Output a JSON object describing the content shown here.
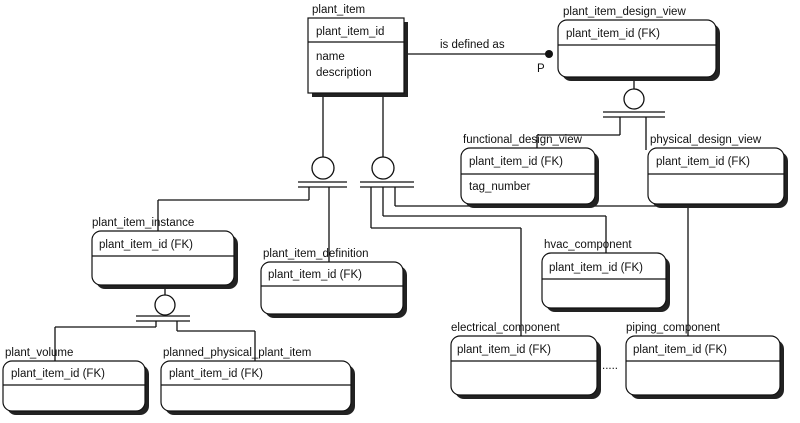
{
  "entities": {
    "plant_item": {
      "name": "plant_item",
      "keys": [
        "plant_item_id"
      ],
      "attributes": [
        "name",
        "description"
      ]
    },
    "plant_item_design_view": {
      "name": "plant_item_design_view",
      "keys": [
        "plant_item_id (FK)"
      ]
    },
    "functional_design_view": {
      "name": "functional_design_view",
      "keys": [
        "plant_item_id (FK)"
      ],
      "attributes": [
        "tag_number"
      ]
    },
    "physical_design_view": {
      "name": "physical_design_view",
      "keys": [
        "plant_item_id (FK)"
      ]
    },
    "plant_item_instance": {
      "name": "plant_item_instance",
      "keys": [
        "plant_item_id (FK)"
      ]
    },
    "plant_item_definition": {
      "name": "plant_item_definition",
      "keys": [
        "plant_item_id (FK)"
      ]
    },
    "hvac_component": {
      "name": "hvac_component",
      "keys": [
        "plant_item_id (FK)"
      ]
    },
    "electrical_component": {
      "name": "electrical_component",
      "keys": [
        "plant_item_id (FK)"
      ]
    },
    "piping_component": {
      "name": "piping_component",
      "keys": [
        "plant_item_id (FK)"
      ]
    },
    "plant_volume": {
      "name": "plant_volume",
      "keys": [
        "plant_item_id (FK)"
      ]
    },
    "planned_physical_plant_item": {
      "name": "planned_physical_plant_item",
      "keys": [
        "plant_item_id (FK)"
      ]
    }
  },
  "relationship": {
    "label": "is defined as",
    "cardinality": "P"
  },
  "ellipsis": "....."
}
